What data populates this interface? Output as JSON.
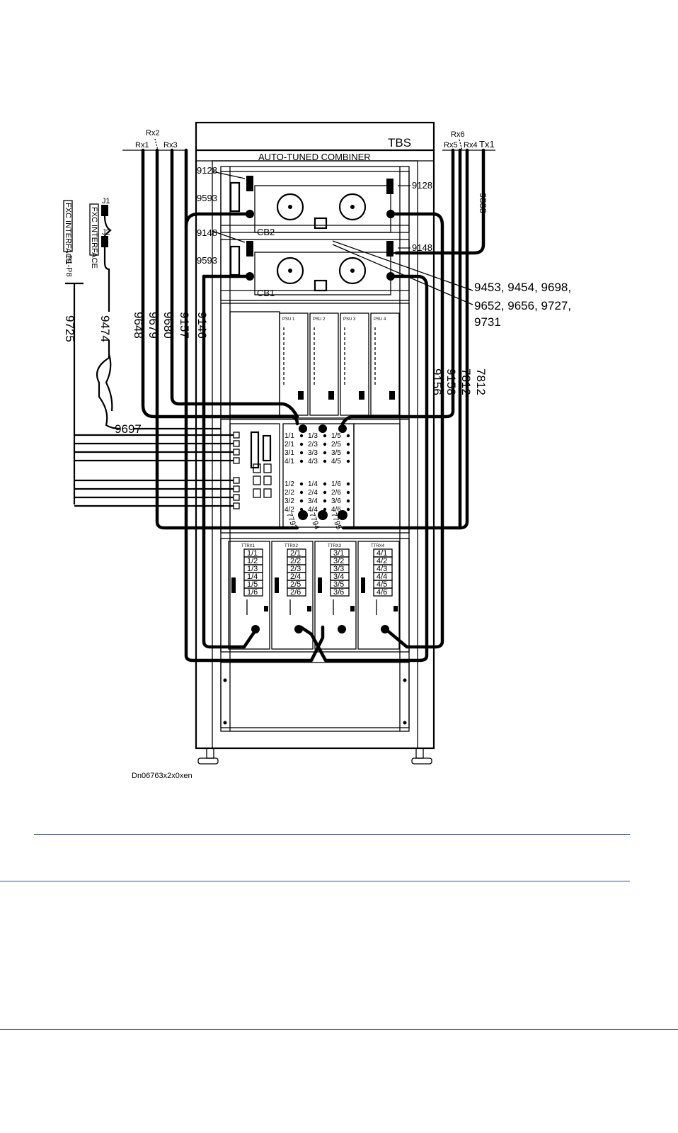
{
  "cabinet": {
    "title": "TBS",
    "combiner_title": "AUTO-TUNED COMBINER"
  },
  "rx_labels": {
    "rx1": "Rx1",
    "rx2": "Rx2",
    "rx3": "Rx3",
    "rx4": "Rx4",
    "rx5": "Rx5",
    "rx6": "Rx6",
    "tx1": "Tx1"
  },
  "combiners": {
    "cb1": "CB1",
    "cb2": "CB2"
  },
  "cable_ids": {
    "c9128_left": "9128",
    "c9128_right": "9128",
    "c9593_top": "9593",
    "c9593_bottom": "9593",
    "c9148_left": "9148",
    "c9148_right": "9148",
    "c9888": "9888",
    "c9725": "9725",
    "c9474": "9474",
    "c9648": "9648",
    "c9679": "9679",
    "c9680": "9680",
    "c9157": "9157",
    "c9146": "9146",
    "c9697": "9697",
    "c9156": "9156",
    "c9158": "9158",
    "c7812a": "7812",
    "c7812b": "7812"
  },
  "cable_group": {
    "line1": "9453, 9454, 9698,",
    "line2": "9652, 9656, 9727,",
    "line3": "9731"
  },
  "fxc": {
    "interface_1": "FXC INTERFACE",
    "interface_2": "FXC INTERFACE",
    "p1p8": "P1-P8",
    "j1": "J1",
    "j2": "J2"
  },
  "psu_labels": [
    "PSU 1",
    "PSU 2",
    "PSU 3",
    "PSU 4"
  ],
  "trx_labels": [
    "TTRX1",
    "TTRX2",
    "TTRX3",
    "TTRX4"
  ],
  "trx_ports": [
    [
      "1/1",
      "1/2",
      "1/3",
      "1/4",
      "1/5",
      "1/6"
    ],
    [
      "2/1",
      "2/2",
      "2/3",
      "2/4",
      "2/5",
      "2/6"
    ],
    [
      "3/1",
      "3/2",
      "3/3",
      "3/4",
      "3/5",
      "3/6"
    ],
    [
      "4/1",
      "4/2",
      "4/3",
      "4/4",
      "4/5",
      "4/6"
    ]
  ],
  "mcpa_ports": {
    "col1": [
      "1/1",
      "2/1",
      "3/1",
      "4/1",
      "1/2",
      "2/2",
      "3/2",
      "4/2"
    ],
    "col2": [
      "1/3",
      "2/3",
      "3/3",
      "4/3",
      "1/4",
      "2/4",
      "3/4",
      "4/4"
    ],
    "col3": [
      "1/5",
      "2/5",
      "3/5",
      "4/5",
      "1/6",
      "2/6",
      "3/6",
      "4/6"
    ]
  },
  "mcpa_cable_ids": [
    "7793",
    "7794",
    "7795"
  ],
  "drawing_id": "Dn06763x2x0xen"
}
